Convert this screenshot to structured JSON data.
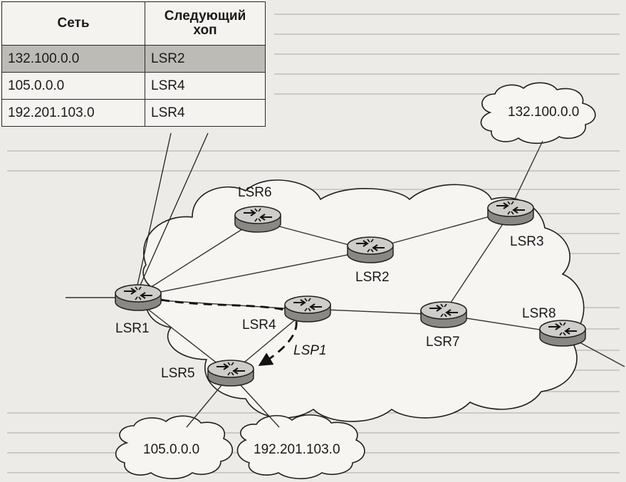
{
  "routing_table": {
    "headers": {
      "network": "Сеть",
      "next_hop": "Следующий хоп"
    },
    "rows": [
      {
        "network": "132.100.0.0",
        "next_hop": "LSR2",
        "highlighted": true
      },
      {
        "network": "105.0.0.0",
        "next_hop": "LSR4",
        "highlighted": false
      },
      {
        "network": "192.201.103.0",
        "next_hop": "LSR4",
        "highlighted": false
      }
    ]
  },
  "routers": {
    "lsr1": "LSR1",
    "lsr2": "LSR2",
    "lsr3": "LSR3",
    "lsr4": "LSR4",
    "lsr5": "LSR5",
    "lsr6": "LSR6",
    "lsr7": "LSR7",
    "lsr8": "LSR8"
  },
  "networks": {
    "net_132": "132.100.0.0",
    "net_105": "105.0.0.0",
    "net_192": "192.201.103.0"
  },
  "path_label": "LSP1",
  "colors": {
    "background": "#ecebe8",
    "router_top": "#cfcdca",
    "router_side": "#8a8884",
    "highlight_row": "#bdbbb6"
  }
}
